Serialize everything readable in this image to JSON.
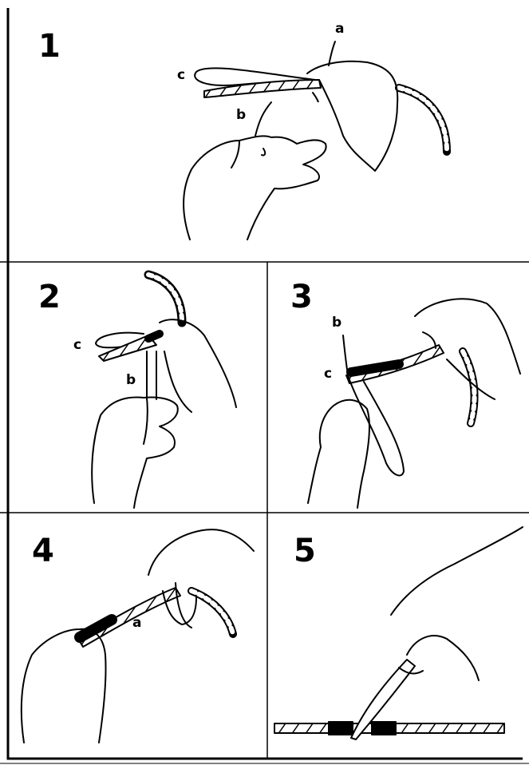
{
  "panels": [
    {
      "number": "1",
      "labels": {
        "a": "a",
        "b": "b",
        "c": "c"
      }
    },
    {
      "number": "2",
      "labels": {
        "b": "b",
        "c": "c"
      }
    },
    {
      "number": "3",
      "labels": {
        "b": "b",
        "c": "c"
      }
    },
    {
      "number": "4",
      "labels": {
        "a": "a"
      }
    },
    {
      "number": "5",
      "labels": {}
    }
  ]
}
